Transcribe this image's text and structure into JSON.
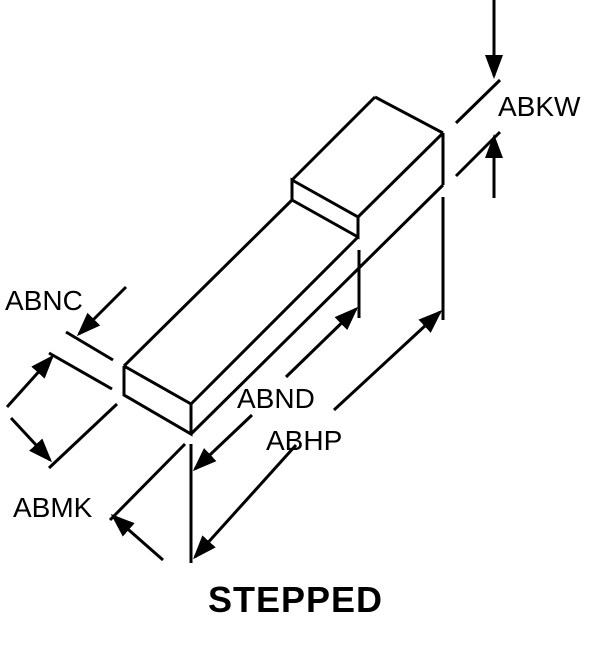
{
  "title": "STEPPED",
  "labels": {
    "abkw": "ABKW",
    "abnc": "ABNC",
    "abnd": "ABND",
    "abhp": "ABHP",
    "abmk": "ABMK"
  }
}
